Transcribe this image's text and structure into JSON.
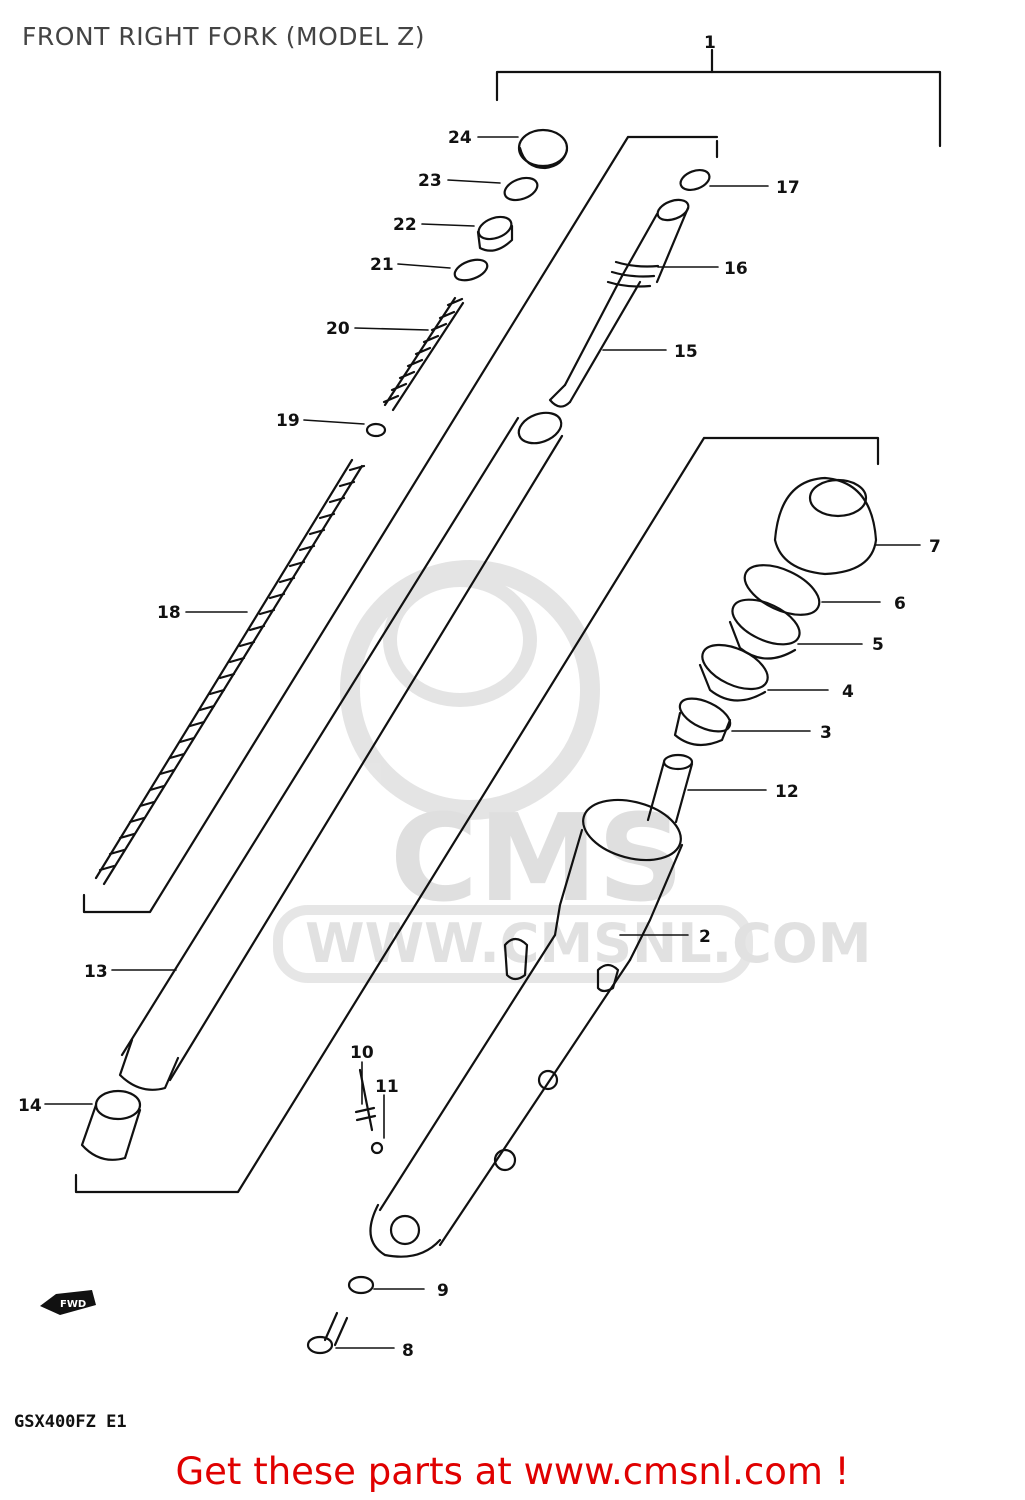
{
  "page": {
    "title": "FRONT RIGHT FORK (MODEL Z)",
    "model_code": "GSX400FZ E1",
    "promo_text": "Get these parts at www.cmsnl.com !"
  },
  "watermark": {
    "brand": "CMS",
    "url": "WWW.CMSNL.COM"
  },
  "callouts": {
    "c1": "1",
    "c2": "2",
    "c3": "3",
    "c4": "4",
    "c5": "5",
    "c6": "6",
    "c7": "7",
    "c8": "8",
    "c9": "9",
    "c10": "10",
    "c11": "11",
    "c12": "12",
    "c13": "13",
    "c14": "14",
    "c15": "15",
    "c16": "16",
    "c17": "17",
    "c18": "18",
    "c19": "19",
    "c20": "20",
    "c21": "21",
    "c22": "22",
    "c23": "23",
    "c24": "24"
  },
  "direction_marker": "FWD",
  "colors": {
    "promo": "#e00000",
    "lines": "#111111",
    "watermark": "#dcdcdc"
  }
}
